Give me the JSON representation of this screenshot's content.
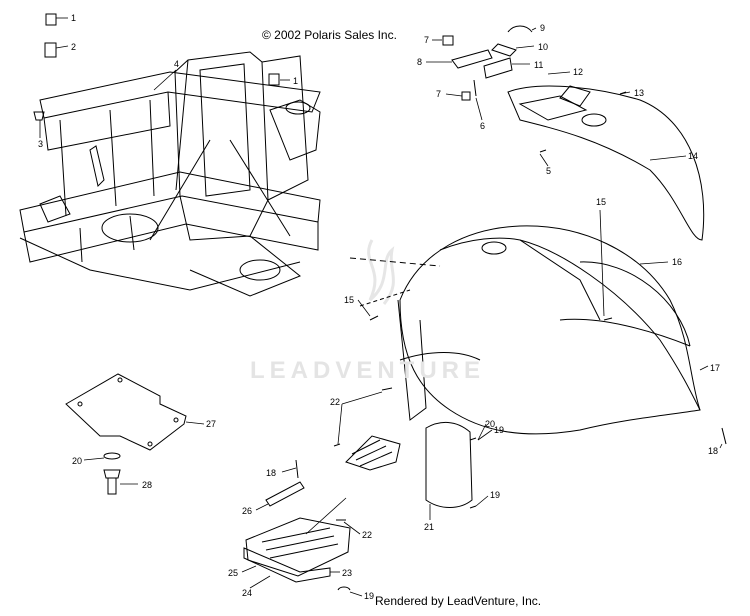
{
  "header": {
    "copyright": "© 2002 Polaris Sales Inc."
  },
  "footer": {
    "rendered_by": "Rendered by LeadVenture, Inc."
  },
  "watermark": {
    "text": "LEADVENTURE"
  },
  "callouts": [
    {
      "n": "1"
    },
    {
      "n": "2"
    },
    {
      "n": "3"
    },
    {
      "n": "4"
    },
    {
      "n": "1"
    },
    {
      "n": "7"
    },
    {
      "n": "8"
    },
    {
      "n": "7"
    },
    {
      "n": "6"
    },
    {
      "n": "9"
    },
    {
      "n": "10"
    },
    {
      "n": "11"
    },
    {
      "n": "12"
    },
    {
      "n": "13"
    },
    {
      "n": "14"
    },
    {
      "n": "5"
    },
    {
      "n": "15"
    },
    {
      "n": "16"
    },
    {
      "n": "15"
    },
    {
      "n": "17"
    },
    {
      "n": "18"
    },
    {
      "n": "22"
    },
    {
      "n": "20"
    },
    {
      "n": "19"
    },
    {
      "n": "27"
    },
    {
      "n": "20"
    },
    {
      "n": "28"
    },
    {
      "n": "18"
    },
    {
      "n": "26"
    },
    {
      "n": "22"
    },
    {
      "n": "21"
    },
    {
      "n": "19"
    },
    {
      "n": "25"
    },
    {
      "n": "23"
    },
    {
      "n": "24"
    },
    {
      "n": "19"
    }
  ]
}
